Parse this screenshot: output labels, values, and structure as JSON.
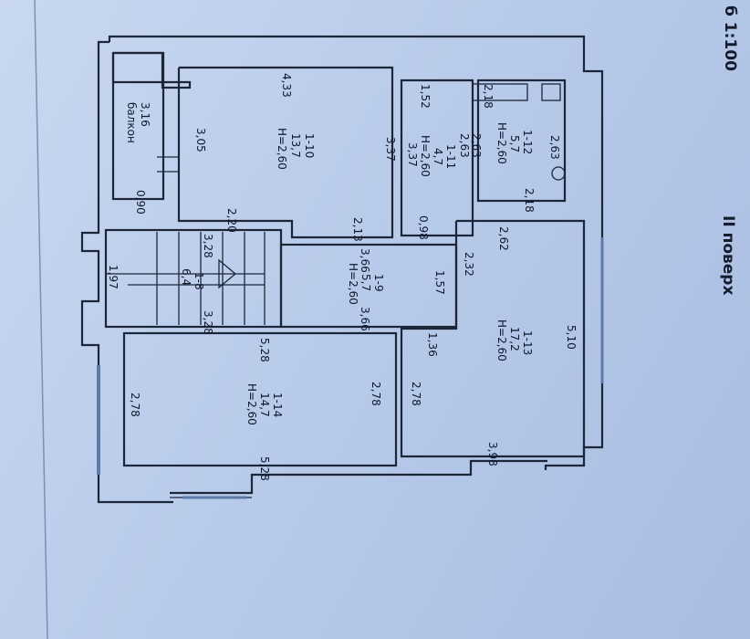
{
  "header": {
    "scale": "б 1:100",
    "floor": "ІІ поверх"
  },
  "rooms": {
    "r1_10": {
      "id": "1-10",
      "area": "13,7",
      "height": "H=2,60"
    },
    "r1_11": {
      "id": "1-11",
      "area": "4,7",
      "height": "H=2,60"
    },
    "r1_12": {
      "id": "1-12",
      "area": "5,7",
      "height": "H=2,60"
    },
    "r1_8": {
      "id": "1-8",
      "area": "6,4"
    },
    "r1_9": {
      "id": "1-9",
      "area": "5,7",
      "height": "H=2,60"
    },
    "r1_13": {
      "id": "1-13",
      "area": "17,2",
      "height": "H=2,60"
    },
    "r1_14": {
      "id": "1-14",
      "area": "14,7",
      "height": "H=2,60"
    },
    "balcony": {
      "label": "балкон",
      "dim": "3,16",
      "dim2": "0,90"
    }
  },
  "dims": {
    "d_4_33": "4,33",
    "d_3_05": "3,05",
    "d_3_37a": "3,37",
    "d_2_20": "2,20",
    "d_2_13": "2,13",
    "d_1_52": "1,52",
    "d_2_63a": "2,63",
    "d_3_37b": "3,37",
    "d_0_98": "0,98",
    "d_2_18a": "2,18",
    "d_2_63b": "2,63",
    "d_2_63c": "2,63",
    "d_2_18b": "2,18",
    "d_3_28a": "3,28",
    "d_3_28b": "3,28",
    "d_1_97": "1,97",
    "d_3_66a": "3,66",
    "d_3_66b": "3,66",
    "d_2_32": "2,32",
    "d_1_57": "1,57",
    "d_2_62": "2,62",
    "d_1_36": "1,36",
    "d_5_10": "5,10",
    "d_5_28a": "5,28",
    "d_2_78a": "2,78",
    "d_2_78b": "2,78",
    "d_2_78c": "2,78",
    "d_3_98": "3,98",
    "d_5_28b": "5,28"
  }
}
